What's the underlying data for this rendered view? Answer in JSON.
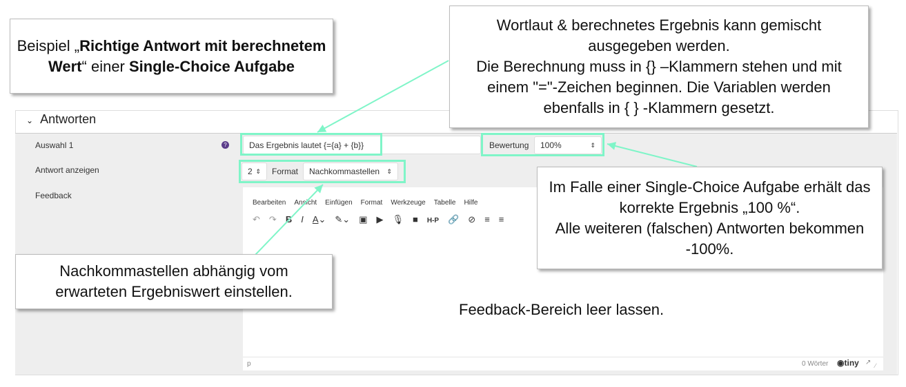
{
  "section": {
    "title": "Antworten"
  },
  "form": {
    "choice_label": "Auswahl 1",
    "answer_text": "Das Ergebnis lautet {={a} + {b}}",
    "grade_label": "Bewertung",
    "grade_value": "100%",
    "show_label": "Antwort anzeigen",
    "decimals": "2",
    "format_label": "Format",
    "format_value": "Nachkommastellen",
    "feedback_label": "Feedback"
  },
  "editor": {
    "menu": [
      "Bearbeiten",
      "Ansicht",
      "Einfügen",
      "Format",
      "Werkzeuge",
      "Tabelle",
      "Hilfe"
    ],
    "path": "p",
    "wordcount": "0 Wörter",
    "brand": "tiny"
  },
  "callouts": {
    "example_pre": "Beispiel „",
    "example_b1": "Richtige Antwort mit berechnetem Wert",
    "example_mid": "“ einer ",
    "example_b2": "Single-Choice Aufgabe",
    "wording_1": "Wortlaut & berechnetes Ergebnis kann gemischt ausgegeben werden.",
    "wording_2": "Die Berechnung muss in {} –Klammern stehen und mit einem \"=\"-Zeichen beginnen. Die Variablen werden ebenfalls in { } -Klammern gesetzt.",
    "single_1": "Im Falle einer Single-Choice Aufgabe erhält das korrekte Ergebnis „100 %“.",
    "single_2": "Alle weiteren (falschen) Antworten bekommen -100%.",
    "decimals": "Nachkommastellen abhängig vom erwarteten Ergebniswert einstellen.",
    "feedback": "Feedback-Bereich leer lassen."
  },
  "colors": {
    "highlight": "#7ff5c8"
  }
}
